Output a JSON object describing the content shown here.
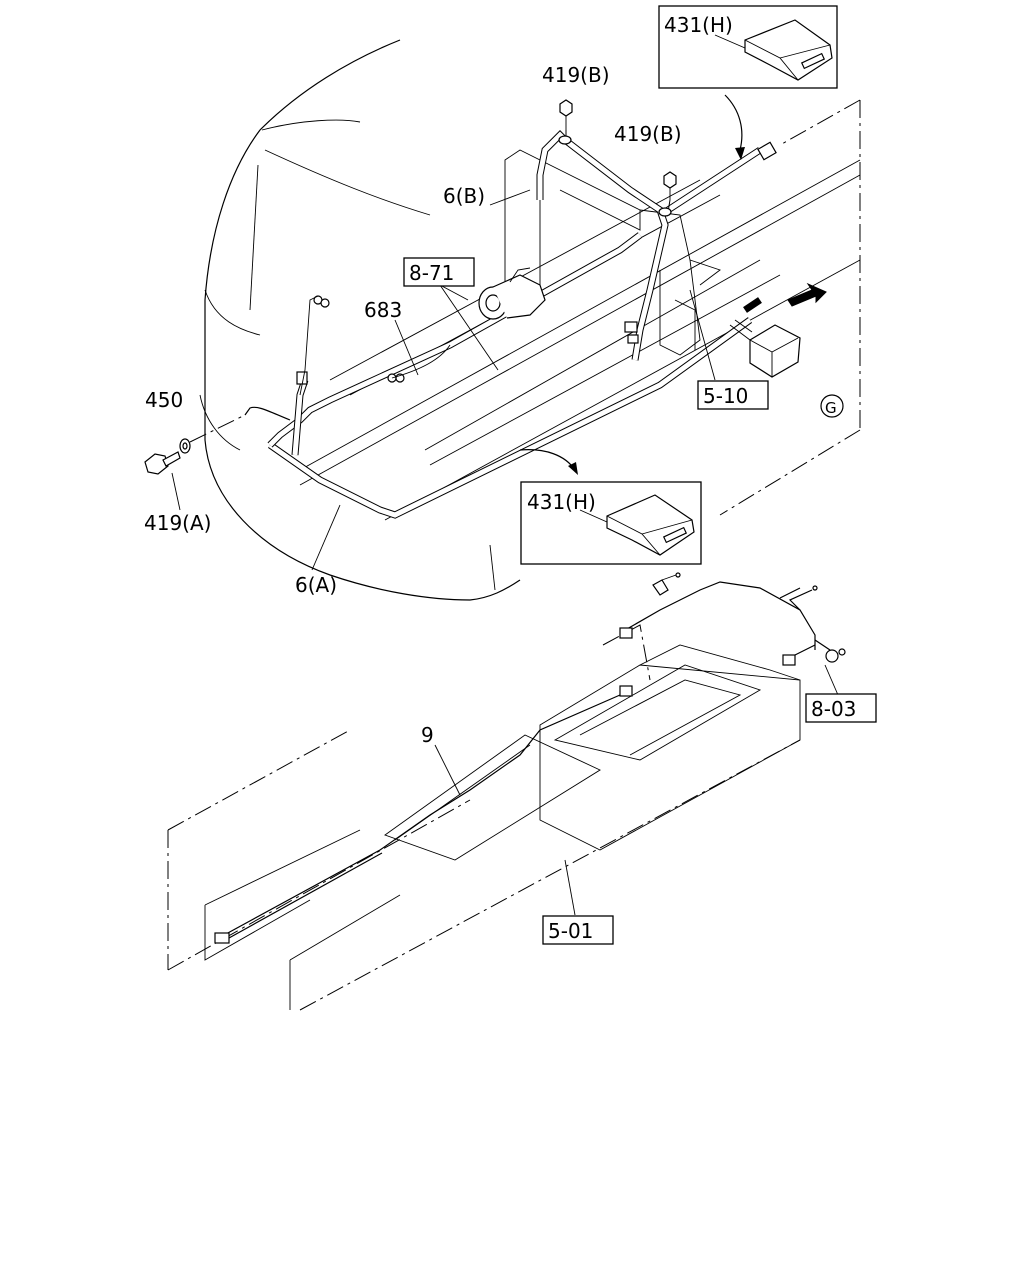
{
  "labels": {
    "p431_top": "431(H)",
    "p419b_a": "419(B)",
    "p419b_b": "419(B)",
    "p6b": "6(B)",
    "p871": "8-71",
    "p683": "683",
    "p450": "450",
    "p419a": "419(A)",
    "p510": "5-10",
    "pG": "G",
    "p431_mid": "431(H)",
    "p6a": "6(A)",
    "p803": "8-03",
    "p9": "9",
    "p501": "5-01"
  }
}
